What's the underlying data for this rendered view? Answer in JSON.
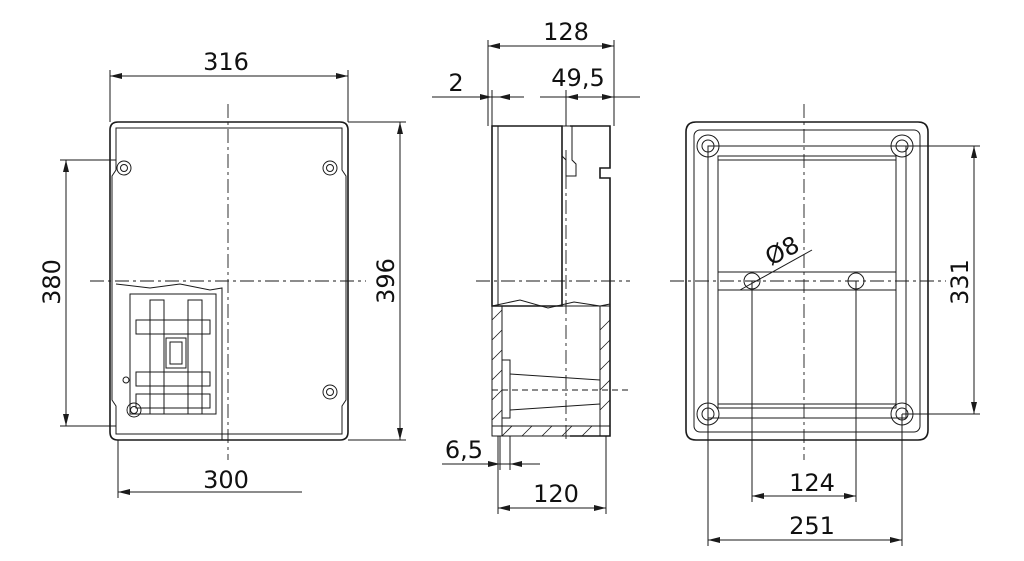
{
  "colors": {
    "line": "#1a1a1a",
    "background": "#ffffff"
  },
  "front_view": {
    "width_top": "316",
    "width_bottom": "300",
    "height_left": "380",
    "height_right": "396"
  },
  "side_view": {
    "depth_top": "128",
    "wall": "2",
    "lid": "49,5",
    "base_offset": "6,5",
    "base_depth": "120"
  },
  "back_view": {
    "hole": "Ø8",
    "hole_spacing": "124",
    "mount_width": "251",
    "mount_height": "331"
  }
}
